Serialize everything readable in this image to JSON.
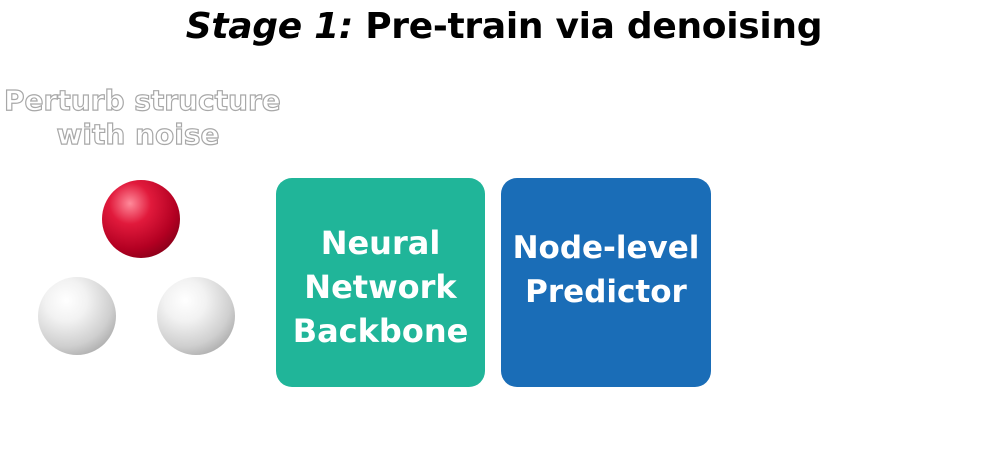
{
  "title": {
    "stage": "Stage 1:",
    "text": "Pre-train via denoising"
  },
  "perturb_label": {
    "line1": "Perturb structure",
    "line2": "with noise"
  },
  "atoms": [
    {
      "name": "red-atom",
      "color": "#c8002b"
    },
    {
      "name": "white-atom",
      "color": "#e6e6e6"
    },
    {
      "name": "white-atom",
      "color": "#e6e6e6"
    }
  ],
  "backbone_box": {
    "lines": [
      "Neural",
      "Network",
      "Backbone"
    ],
    "color": "#20b599"
  },
  "predictor_box": {
    "lines": [
      "Node-level",
      "Predictor"
    ],
    "color": "#1a6db7"
  }
}
